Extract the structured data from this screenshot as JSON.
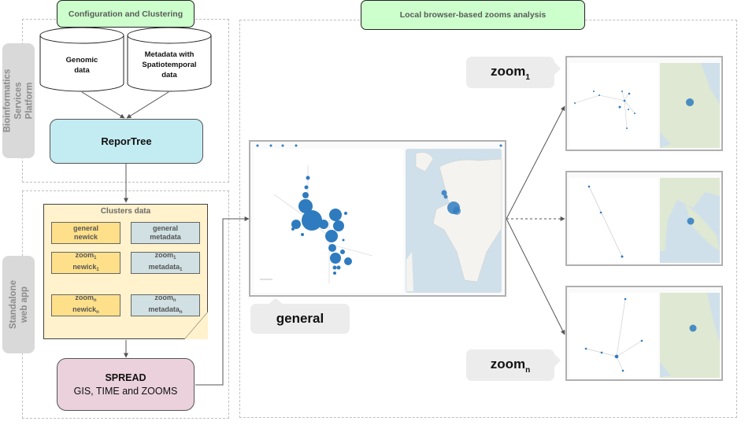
{
  "headers": {
    "config": "Configuration and Clustering",
    "local": "Local browser-based zooms analysis"
  },
  "side_labels": {
    "platform": "Bioinformatics Services Platform",
    "webapp": "Standalone web app"
  },
  "databases": [
    {
      "lines": [
        "Genomic",
        "data"
      ]
    },
    {
      "lines": [
        "Metadata with",
        "Spatiotemporal",
        "data"
      ]
    }
  ],
  "reportree": "ReporTree",
  "clusters": {
    "title": "Clusters data",
    "general_newick": [
      "general",
      "newick"
    ],
    "general_metadata": [
      "general",
      "metadata"
    ],
    "zoom1_newick": {
      "l1": "zoom",
      "s1": "1",
      "l2": "newick",
      "s2": "1"
    },
    "zoom1_metadata": {
      "l1": "zoom",
      "s1": "1",
      "l2": "metadata",
      "s2": "1"
    },
    "zoomn_newick": {
      "l1": "zoom",
      "s1": "n",
      "l2": "newick",
      "s2": "n"
    },
    "zoomn_metadata": {
      "l1": "zoom",
      "s1": "n",
      "l2": "metadata",
      "s2": "n"
    }
  },
  "spread": {
    "title": "SPREAD",
    "subtitle": "GIS, TIME and ZOOMS"
  },
  "callouts": {
    "general": "general",
    "zoom1": {
      "base": "zoom",
      "sub": "1"
    },
    "zoomn": {
      "base": "zoom",
      "sub": "n"
    }
  },
  "colors": {
    "header_green": "#ccffcc",
    "reportree": "#c3ecf2",
    "spread": "#ead1dc",
    "clusters_bg": "#fff2cc",
    "newick_file": "#ffe08a",
    "metadata_file": "#d0e0e3",
    "node_blue": "#2f7bbf",
    "sea": "#cfe0ea",
    "land": "#f4f3ef",
    "terrain": "#dfe8d2"
  }
}
